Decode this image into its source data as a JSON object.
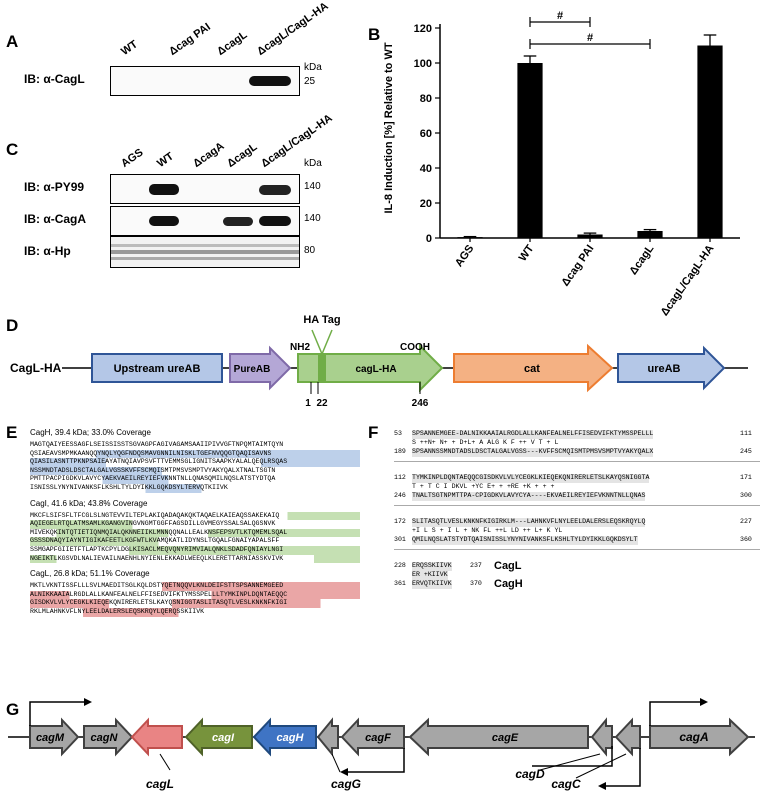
{
  "panels": {
    "A": "A",
    "B": "B",
    "C": "C",
    "D": "D",
    "E": "E",
    "F": "F",
    "G": "G"
  },
  "panelA": {
    "lanes": [
      "WT",
      "Δcag PAI",
      "ΔcagL",
      "ΔcagL/CagL-HA"
    ],
    "ib": "IB: α-CagL",
    "kda": "kDa",
    "marker": "25"
  },
  "panelC": {
    "lanes": [
      "AGS",
      "WT",
      "ΔcagA",
      "ΔcagL",
      "ΔcagL/CagL-HA"
    ],
    "kda": "kDa",
    "blots": [
      {
        "ib": "IB: α-PY99",
        "marker": "140"
      },
      {
        "ib": "IB: α-CagA",
        "marker": "140"
      },
      {
        "ib": "IB: α-Hp",
        "marker": "80"
      }
    ]
  },
  "chart_data": {
    "type": "bar",
    "categories": [
      "AGS",
      "WT",
      "Δcag PAI",
      "ΔcagL",
      "ΔcagL/CagL-HA"
    ],
    "values": [
      0.5,
      100,
      2,
      4,
      110
    ],
    "errors": [
      0.3,
      4,
      0.8,
      0.8,
      6
    ],
    "ylabel": "IL-8 Induction [%] Relative to WT",
    "ylim": [
      0,
      120
    ],
    "yticks": [
      0,
      20,
      40,
      60,
      80,
      100,
      120
    ],
    "annotations": [
      {
        "label": "#",
        "from": "WT",
        "to": "Δcag PAI"
      },
      {
        "label": "#",
        "from": "WT",
        "to": "ΔcagL"
      }
    ],
    "grid": false
  },
  "panelD": {
    "construct": "CagL-HA",
    "boxes": [
      "Upstream ureAB",
      "PureAB",
      "cagL-HA",
      "cat",
      "ureAB"
    ],
    "ha_tag": "HA Tag",
    "nh2": "NH2",
    "cooh": "COOH",
    "positions": [
      "1",
      "22",
      "246"
    ]
  },
  "panelE": {
    "proteins": [
      {
        "header": "CagH, 39.4 kDa; 33.0% Coverage",
        "lines": [
          "MAGTQAIYEESSAGFLSEISSISSTSGVAGPFAGIVAGAMSAAIIPIVVGFTNPQMTAIMTQYN",
          "QSIAEAVSMPMKAANQQYNQLYQGFNDQSMAVGNNILNISKLTGEFNVQQGTQAQISAVNS",
          "QIASILASNTTPKNPSAIEAYATNQIAVPSVFTTVEMMSGLIGNITSAAPKYALALQEQLRSQAS",
          "NSSMNDTADSLDSCTALGALVGSSKVFFSCMQISMTPMSVSMPTVYAKYQALXTNALTSGTN",
          "PMTTPACPIGDKVLAVYCYAEKVAEILREYIEFVKNNTNLLQNASQMILNQSLATSTYDTQA",
          "ISNISSLYNYNIVANKSFLKSHLTYLDYIKKLGQKDSYLTERVQTKIIVK"
        ]
      },
      {
        "header": "CagI, 41.6 kDa; 43.8% Coverage",
        "lines": [
          "MKCFLSIFSFLTFCGLSLNGTEVVILTEPLAKIQADAQAKQKTAQAELKAIEAQSSAKEKAIQ",
          "AQIEGELRTQLATMSAMLKGANGVINGVNGMTGGFFAGSDILLGVMEGYSSALSALQGSNVK",
          "MIVEKQKINTQTIETIQNMQIALQKNNEIIKLMNNQQNALLEALKNSFEPSVTLKTQMEMLSQAL",
          "GSSSDNAQYIAYNTIGIKAFEETLKGFWTLKVAMQKATLIDYNSLTGQALFGNAIYAPALSFF",
          "SSMGAPFGIIETFTLAPTKCPYLDGLKISACLMEQVQNYRIMVIALQNKLSDADFQNIAYLNGI",
          "NGEIKTLKGSVDLNALIEVAILNAENHLNYIENLEKKADLWEEQLKLERETTARNIASSKVIVK"
        ]
      },
      {
        "header": "CagL, 26.8 kDa; 51.1% Coverage",
        "lines": [
          "MKTLVKNTISSFLLLSVLMAEDITSGLKQLDSTYQETNQQVLKNLDEIFSTTSPSANNEMGEED",
          "ALNIKKAAIALRGDLALLKANFEALNELFFISEDVIFKTYMSSPELLLTYMKINPLDQNTAEQQC",
          "GISDKVLVLYCEGKLKIEQEKQNIRERLETSLKAYQSNIGGTASLITASQTLVESLKNKNFKIGI",
          "RKLMLAHNKVFLNYLEELDALERSLEQSKRQYLQERQSSKIIVK"
        ]
      }
    ]
  },
  "panelF": {
    "blocks": [
      {
        "l1": "53",
        "l2": "189",
        "top": "SPSANNEMGEE-DALNIKKAAIALRGDLALLKANFEALNELFFISEDVIFKTYMSSPELLL",
        "mid": "S ++N+ N+ + D+L+ A ALG K F ++ V T + L",
        "bot": "SPSANNSSMNDTADSLDSCTALGALVGSS---KVFFSCMQISMTPMSVSMPTVYAKYQALX",
        "r1": "111",
        "r2": "245"
      },
      {
        "l1": "112",
        "l2": "246",
        "top": "TYMKINPLDQNTAEQQCGISDKVLVLYCEGKLKIEQEKQNIRERLETSLKAYQSNIGGTA",
        "mid": "T + T C I DKVL +YC E+ + +RE +K + + +",
        "bot": "TNALTSGTNPMTTPA-CPIGDKVLAVYCYA----EKVAEILREYIEFVKNNTNLLQNAS",
        "r1": "171",
        "r2": "300"
      },
      {
        "l1": "172",
        "l2": "301",
        "top": "SLITASQTLVESLKNKNFKIGIRKLM---LAHNKVFLNYLEELDALERSLEQSKRQYLQ",
        "mid": "+I L S + I L + NK FL ++L LD ++ L+ K YL",
        "bot": "QMILNQSLATSTYDTQAISNISSLYNYNIVANKSFLKSHLTYLDYIKKLGQKDSYLT",
        "r1": "227",
        "r2": "360"
      }
    ],
    "last": {
      "l1": "228",
      "l2": "361",
      "top": "ERQSSKIIVK",
      "mid": "ER +KIIVK",
      "bot": "ERVQTKIIVK",
      "r1": "237",
      "r2": "370",
      "name1": "CagL",
      "name2": "CagH"
    }
  },
  "panelG": {
    "genes": [
      "cagM",
      "cagN",
      "cagL",
      "cagI",
      "cagH",
      "cagG",
      "cagF",
      "cagE",
      "cagD",
      "cagC",
      "cagA"
    ]
  }
}
